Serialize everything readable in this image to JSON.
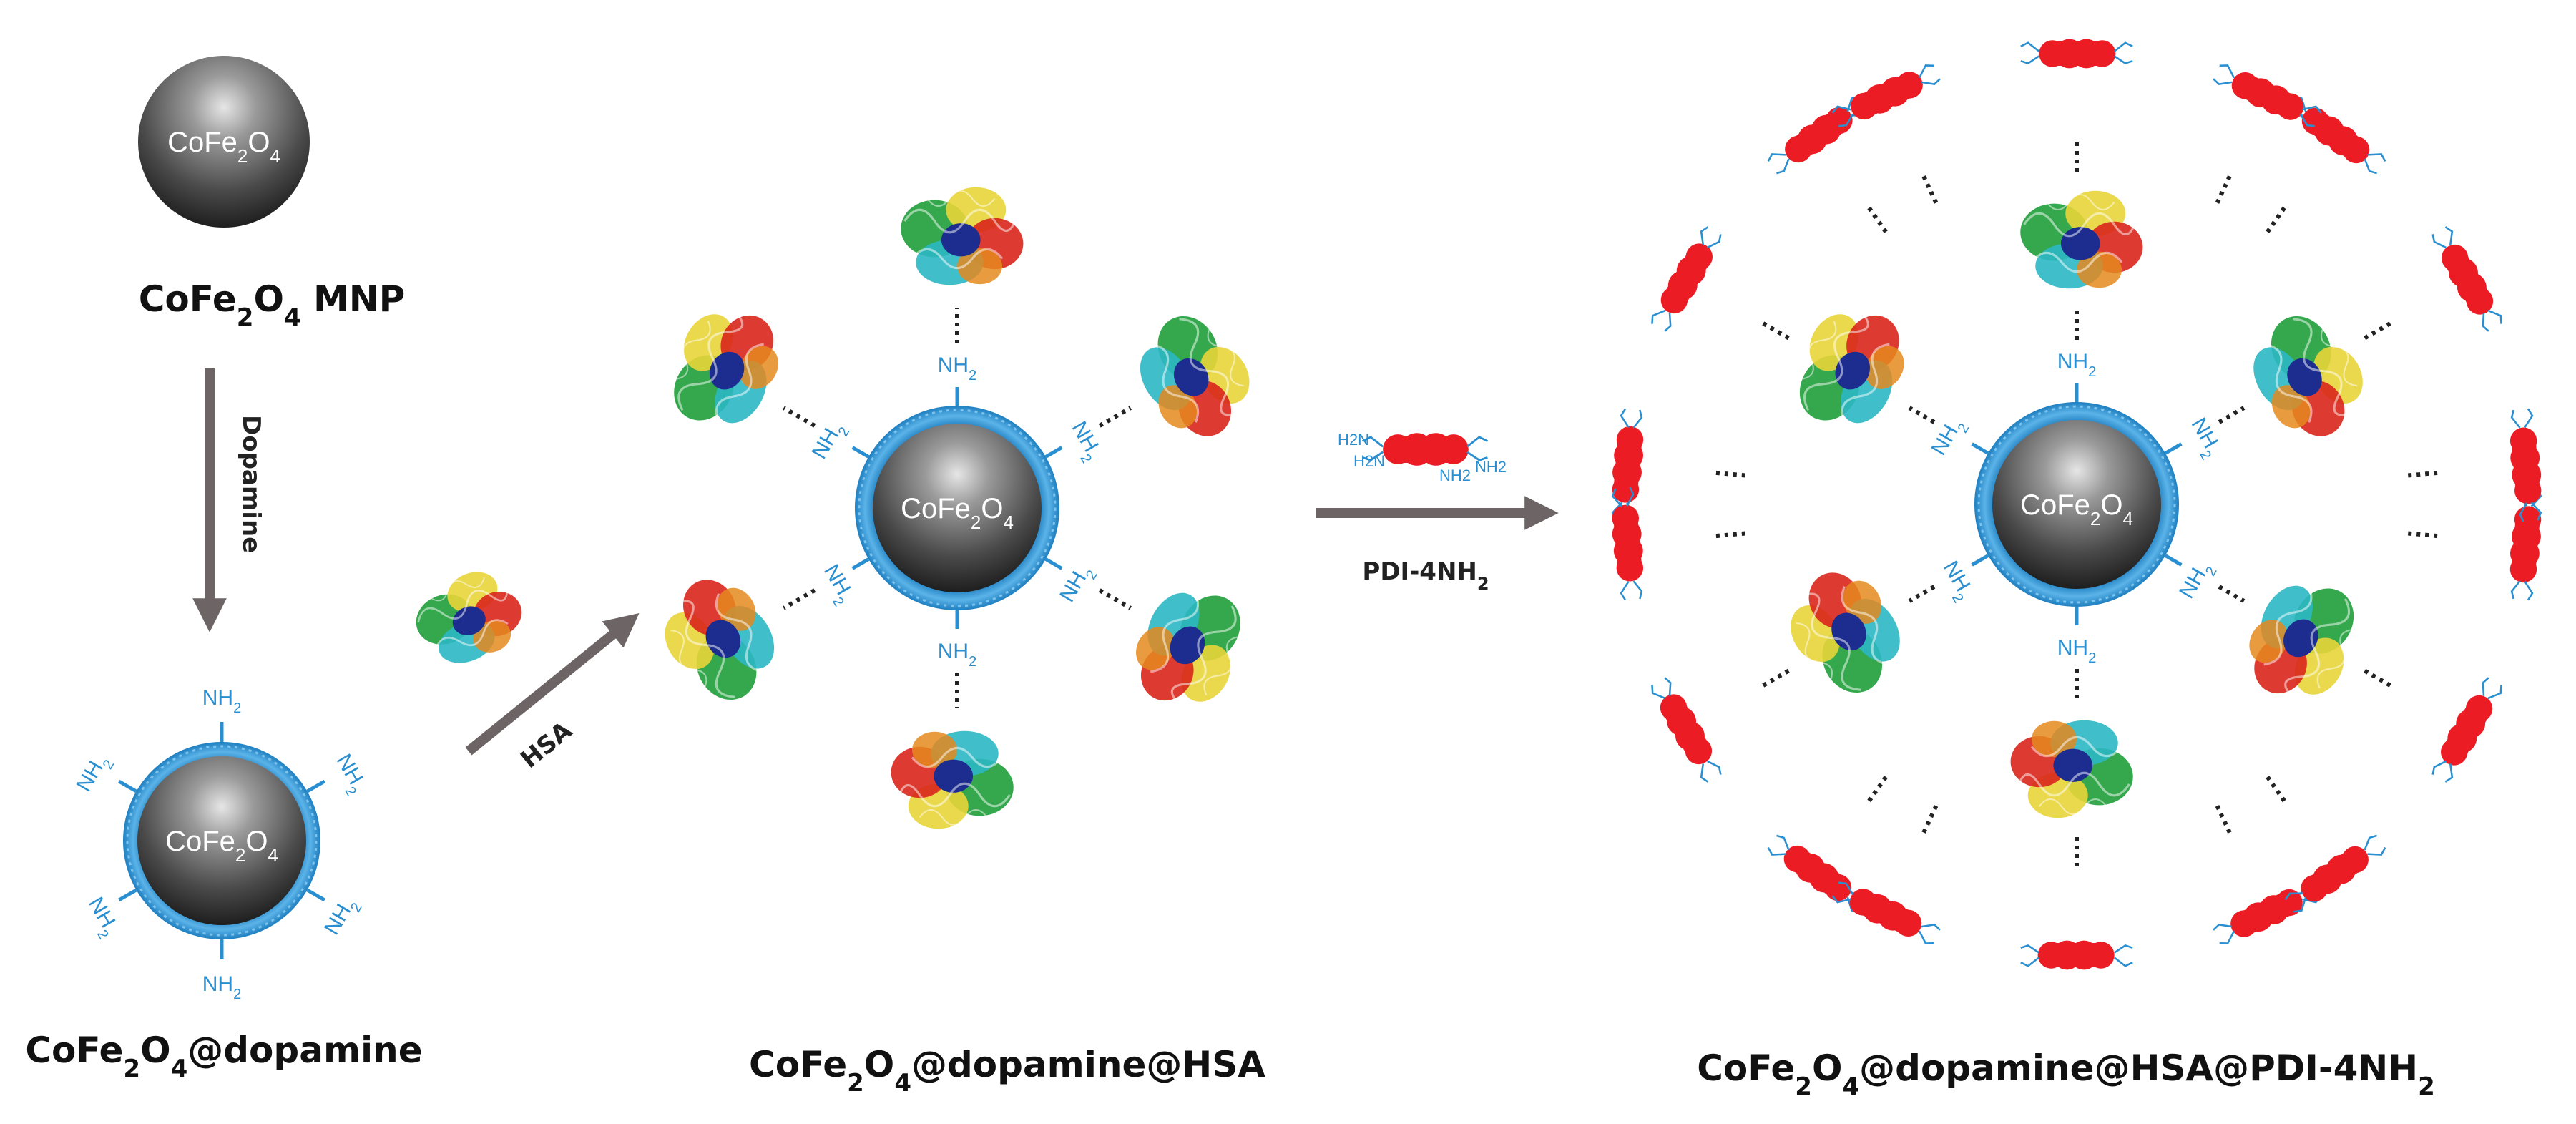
{
  "core_label": {
    "base": "CoFe",
    "sub1": "2",
    "mid": "O",
    "sub2": "4"
  },
  "amine": {
    "base": "NH",
    "sub": "2"
  },
  "steps": {
    "dopamine": "Dopamine",
    "hsa": "HSA",
    "pdi": {
      "base": "PDI-4NH",
      "sub": "2"
    }
  },
  "captions": {
    "mnp": {
      "base": "CoFe",
      "sub1": "2",
      "mid": "O",
      "sub2": "4",
      "tail": " MNP"
    },
    "dopamine": {
      "base": "CoFe",
      "sub1": "2",
      "mid": "O",
      "sub2": "4",
      "tail": "@dopamine"
    },
    "hsa": {
      "base": "CoFe",
      "sub1": "2",
      "mid": "O",
      "sub2": "4",
      "tail": "@dopamine@HSA"
    },
    "pdi": {
      "base": "CoFe",
      "sub1": "2",
      "mid": "O",
      "sub2": "4",
      "tail": "@dopamine@HSA@PDI-4NH",
      "sub3": "2"
    }
  },
  "molecule_labels": {
    "h2n": "H2N",
    "nh2": "NH2"
  },
  "colors": {
    "shell": "#2a8fd0",
    "core_dark": "#3a3a3a",
    "arrow": "#6d6466",
    "pdi_red": "#ec1c24",
    "protein": [
      "#1f9e3a",
      "#2bb7c4",
      "#e8d43a",
      "#e58a1e",
      "#d9261c",
      "#1c2c8f"
    ]
  }
}
